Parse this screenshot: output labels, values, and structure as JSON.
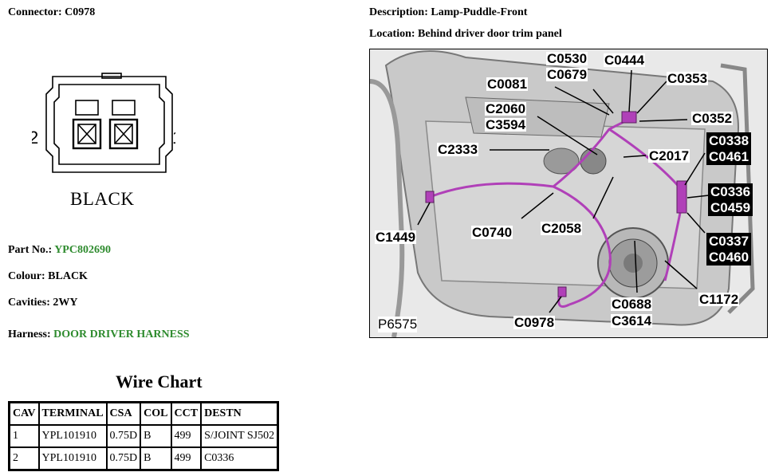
{
  "connector": {
    "label": "Connector: C0978"
  },
  "description": {
    "label": "Description: Lamp-Puddle-Front"
  },
  "location": {
    "label": "Location: Behind driver door trim panel"
  },
  "connector_diagram": {
    "pin_left": "2",
    "pin_right": "1",
    "colour_label": "BLACK"
  },
  "part_no": {
    "key": "Part No.: ",
    "value": "YPC802690"
  },
  "colour": {
    "label": "Colour: BLACK"
  },
  "cavities": {
    "label": "Cavities: 2WY"
  },
  "harness": {
    "key": "Harness: ",
    "value": "DOOR DRIVER HARNESS"
  },
  "photo": {
    "figure_ref": "P6575",
    "callouts": [
      {
        "text": "C0530"
      },
      {
        "text": "C0444"
      },
      {
        "text": "C0679"
      },
      {
        "text": "C0081"
      },
      {
        "text": "C0353"
      },
      {
        "text": "C2060"
      },
      {
        "text": "C3594"
      },
      {
        "text": "C0352"
      },
      {
        "text": "C2333"
      },
      {
        "text": "C2017"
      },
      {
        "text": "C0338"
      },
      {
        "text": "C0461"
      },
      {
        "text": "C0336"
      },
      {
        "text": "C0459"
      },
      {
        "text": "C1449"
      },
      {
        "text": "C0740"
      },
      {
        "text": "C2058"
      },
      {
        "text": "C0337"
      },
      {
        "text": "C0460"
      },
      {
        "text": "C1172"
      },
      {
        "text": "C0688"
      },
      {
        "text": "C3614"
      },
      {
        "text": "C0978"
      }
    ],
    "harness_color": "#b040b8"
  },
  "wire_chart": {
    "title": "Wire Chart",
    "headers": [
      "CAV",
      "TERMINAL",
      "CSA",
      "COL",
      "CCT",
      "DESTN"
    ],
    "rows": [
      [
        "1",
        "YPL101910",
        "0.75D",
        "B",
        "499",
        "S/JOINT SJ502"
      ],
      [
        "2",
        "YPL101910",
        "0.75D",
        "B",
        "499",
        "C0336"
      ]
    ]
  }
}
